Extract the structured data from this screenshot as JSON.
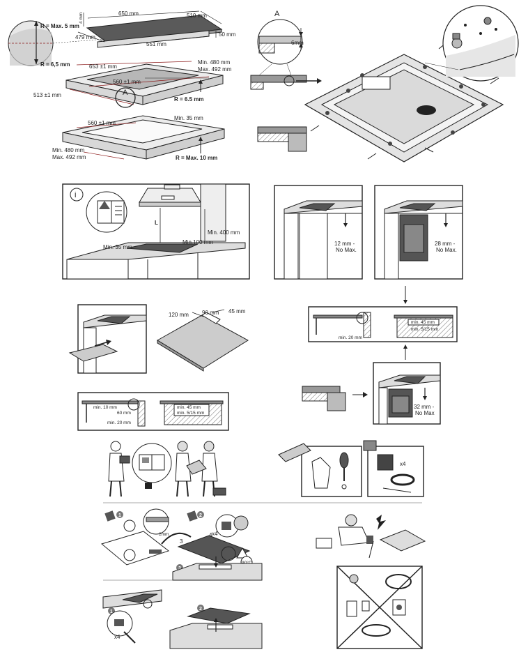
{
  "cutout": {
    "r_max5": "R = Max. 5 mm",
    "r_65a": "R = 6,5 mm",
    "w650": "650 mm",
    "w510": "510 mm",
    "h4": "4 mm",
    "h50": "50 mm",
    "d479": "479 mm",
    "d551": "551 mm",
    "w653": "653 ±1 mm",
    "min480": "Min. 480 mm",
    "max492": "Max. 492 mm",
    "w560": "560 ±1 mm",
    "d513": "513 ±1 mm",
    "r65b": "R = 6.5 mm",
    "detail_a": "A",
    "w560b": "560 ±1 mm",
    "min35": "Min. 35 mm",
    "min480b": "Min. 480 mm",
    "max492b": "Max. 492 mm",
    "rmax10": "R = Max. 10 mm"
  },
  "detail": {
    "title": "A",
    "thk6": "6mm"
  },
  "hood": {
    "info": "i",
    "l_label": "L",
    "min400": "Min. 400 mm",
    "min100": "Min.100 mm",
    "min35": "Min. 35 mm"
  },
  "clearance": {
    "c12": "12 mm -",
    "c12b": "No Max.",
    "c28": "28 mm -",
    "c28b": "No Max.",
    "c32": "32 mm -",
    "c32b": "No Max"
  },
  "panel": {
    "d120": "120 mm",
    "d90": "90 mm",
    "d45": "45 mm"
  },
  "sections": {
    "right_min45": "min. 45 mm",
    "right_min5": "min. 5/15 mm",
    "right_min20": "min. 20 mm",
    "left_min10": "min. 10 mm",
    "left_60": "60 mm",
    "left_min20": "min. 20 mm",
    "left_min45": "min. 45 mm",
    "left_min5": "min. 5/15 mm"
  },
  "install": {
    "x4a": "x4",
    "x4b": "x4",
    "x4c": "x4",
    "gap": "2mm",
    "n3": "3",
    "n4": "4",
    "temp": "90°C",
    "s1": "1",
    "s2": "2",
    "s3": "3",
    "s4": "1",
    "s5": "2"
  },
  "colors": {
    "line": "#222222",
    "grey": "#bdbdbd",
    "dark": "#555555",
    "hatch": "#999999",
    "accent_red": "#8b1a1a"
  }
}
